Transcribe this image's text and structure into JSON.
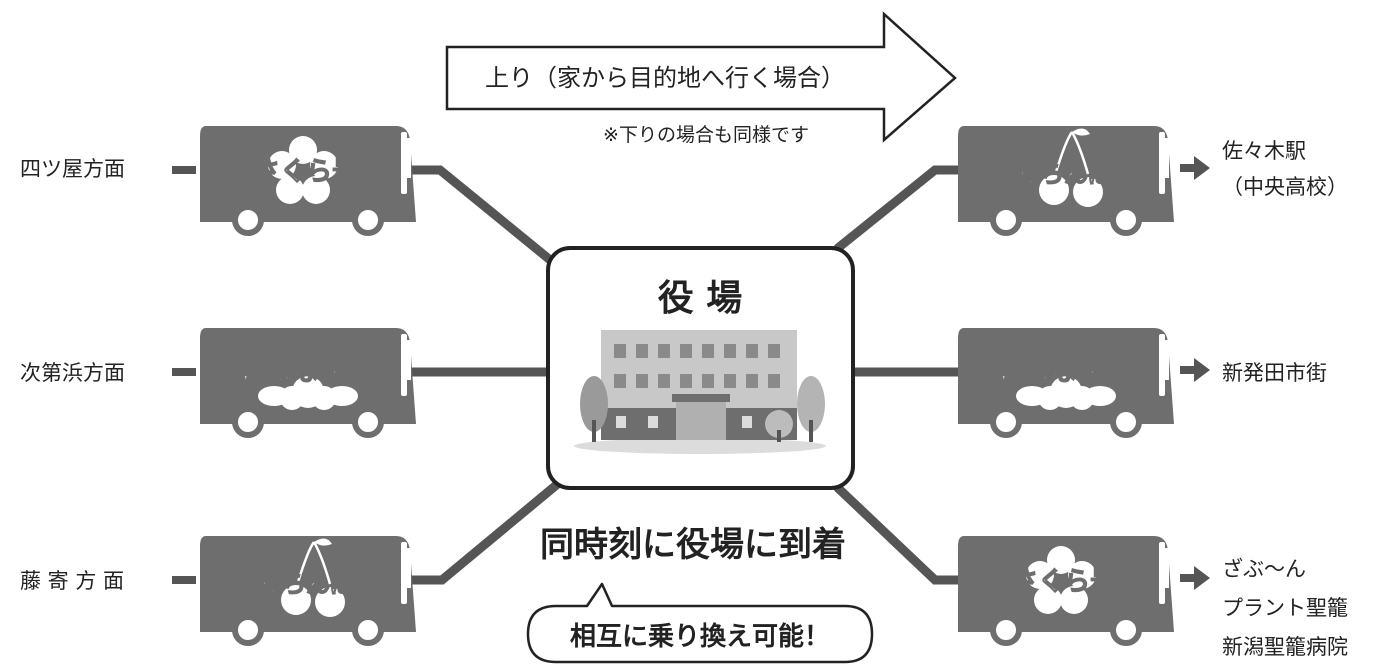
{
  "direction_arrow": {
    "label": "上り（家から目的地へ行く場合）"
  },
  "note": "※下りの場合も同様です",
  "hub": {
    "label": "役 場"
  },
  "caption": "同時刻に役場に到着",
  "bubble": "相互に乗り換え可能！",
  "left_routes": [
    {
      "area": "四ツ屋方面",
      "bus": "さくら号"
    },
    {
      "area": "次第浜方面",
      "bus": "はまなす号"
    },
    {
      "area": "藤 寄 方 面",
      "bus": "さくらんぼ号"
    }
  ],
  "right_routes": [
    {
      "bus": "さくらんぼ号",
      "dest_lines": [
        "佐々木駅",
        "（中央高校）"
      ]
    },
    {
      "bus": "はまなす号",
      "dest_lines": [
        "新発田市街"
      ]
    },
    {
      "bus": "さくら号",
      "dest_lines": [
        "ざぶ～ん",
        "プラント聖籠",
        "新潟聖籠病院"
      ]
    }
  ],
  "colors": {
    "bus_body": "#6e6e6e",
    "line": "#555555",
    "bus_text": "#ffffff",
    "text": "#222222"
  }
}
